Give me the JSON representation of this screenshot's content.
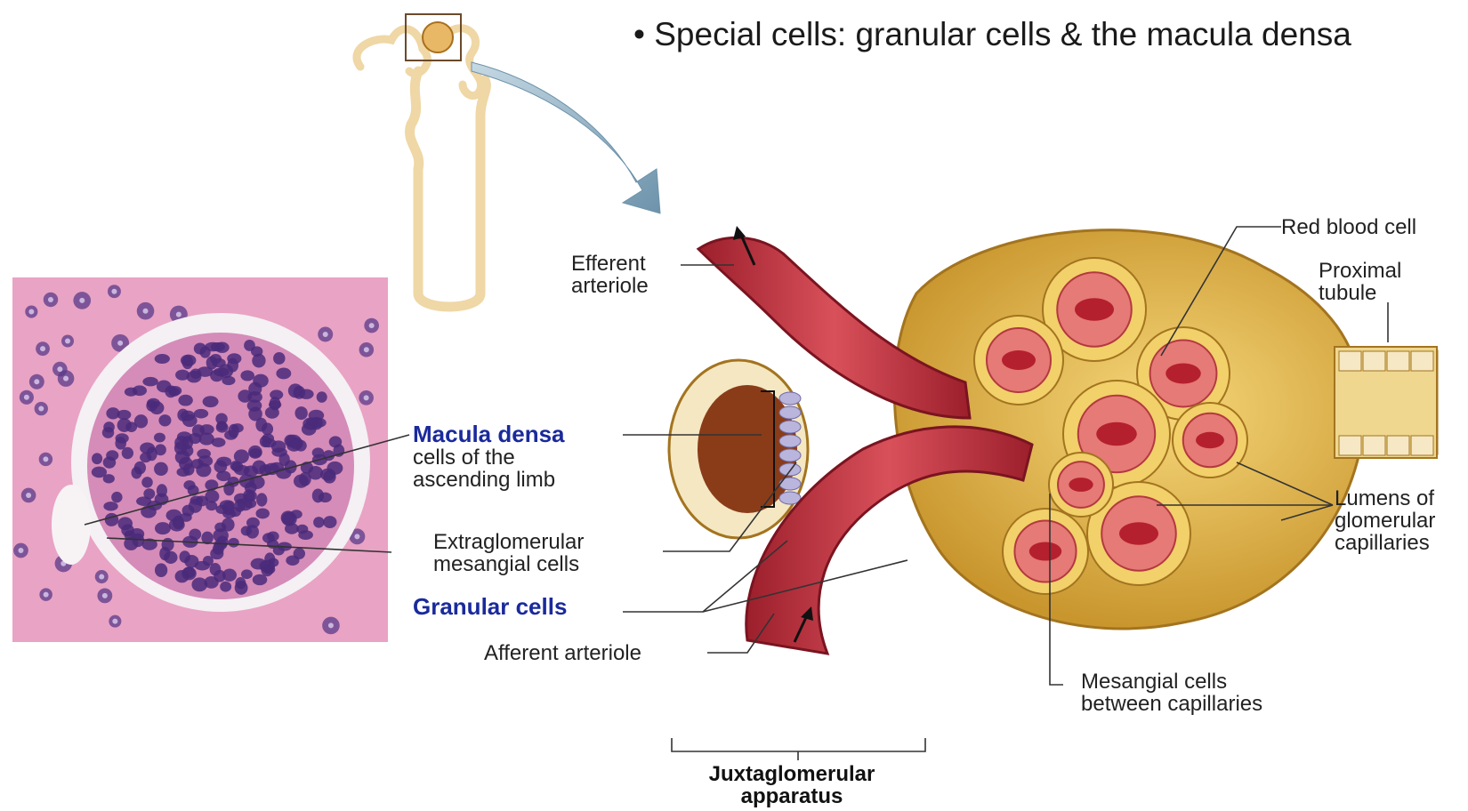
{
  "bullet": "• Special cells: granular cells & the macula densa",
  "labels": {
    "efferent": "Efferent\narteriole",
    "macula_title": "Macula densa",
    "macula_sub": "cells of the\nascending limb",
    "extraglomerular": "Extraglomerular\nmesangial cells",
    "granular": "Granular cells",
    "afferent": "Afferent arteriole",
    "rbc": "Red blood cell",
    "proximal": "Proximal\ntubule",
    "lumens": "Lumens of\nglomerular\ncapillaries",
    "mesangial": "Mesangial cells\nbetween capillaries",
    "jga": "Juxtaglomerular\napparatus"
  },
  "colors": {
    "histology_bg": "#e9a3c4",
    "nuclei": "#4a2a7a",
    "arteriole": "#c0404a",
    "capsule": "#d9b352",
    "label_blue": "#1a2a9c",
    "arrow": "#7fa2b8"
  }
}
